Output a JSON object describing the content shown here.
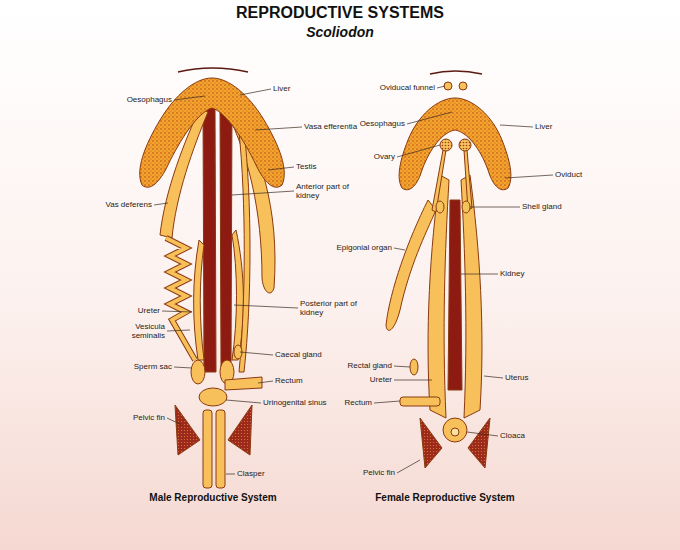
{
  "diagram": {
    "title": "REPRODUCTIVE SYSTEMS",
    "labels": [
      "Scoliodon",
      "Liver",
      "Oesophagus",
      "Vasa efferentia",
      "Testis",
      "Anterior part of kidney",
      "Vas deferens",
      "Posterior part of kidney",
      "Ureter",
      "Vesicula seminalis",
      "Caecal gland",
      "Sperm sac",
      "Rectum",
      "Urinogenital sinus",
      "Pelvic fin",
      "Clasper",
      "Male Reproductive System",
      "Oviducal funnel",
      "Oesophagus",
      "Liver",
      "Ovary",
      "Oviduct",
      "Shell gland",
      "Epigonial organ",
      "Kidney",
      "Rectal gland",
      "Ureter",
      "Uterus",
      "Rectum",
      "Cloaca",
      "Pelvic fin",
      "Female Reproductive System"
    ]
  }
}
